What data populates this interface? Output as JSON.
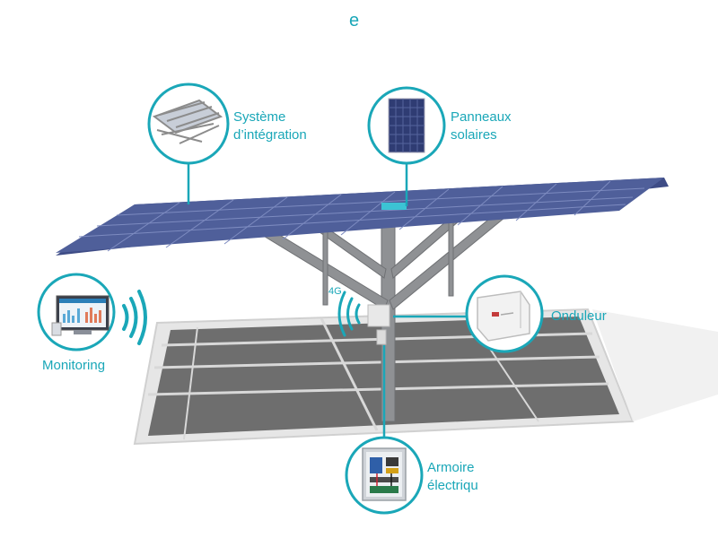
{
  "header": {
    "title_fragment": "e"
  },
  "labels": {
    "integration_line1": "Système",
    "integration_line2": "d’intégration",
    "panels_line1": "Panneaux",
    "panels_line2": "solaires",
    "inverter": "Onduleur",
    "monitoring": "Monitoring",
    "cabinet_line1": "Armoire",
    "cabinet_line2": "électriqu",
    "signal_4g": "4G"
  },
  "colors": {
    "accent": "#1aa7b8",
    "panel": "#4f5f9a",
    "panel_grid": "#7d8bc0",
    "steel": "#8f9194",
    "ground": "#6b6b6b",
    "ground_border": "#c9c9c9"
  },
  "icons": [
    "system-integration-icon",
    "solar-panel-icon",
    "inverter-icon",
    "monitoring-screen-icon",
    "electrical-cabinet-icon",
    "wireless-signal-icon"
  ]
}
